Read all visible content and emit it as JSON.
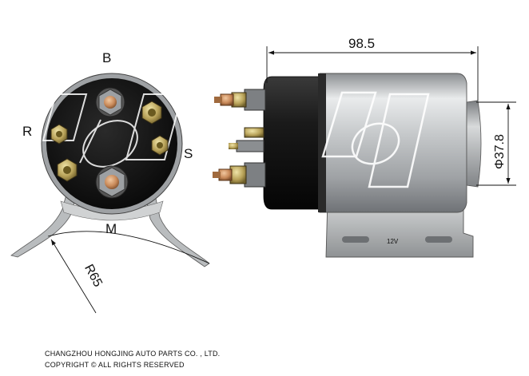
{
  "labels": {
    "terminal_b": "B",
    "terminal_r": "R",
    "terminal_s": "S",
    "terminal_m": "M",
    "radius": "R65",
    "length": "98.5",
    "diameter": "Φ37.8",
    "voltage": "12V"
  },
  "footer": {
    "company": "CHANGZHOU HONGJING AUTO PARTS CO. , LTD.",
    "copyright": "COPYRIGHT © ALL RIGHTS RESERVED"
  },
  "colors": {
    "cap_black": "#1a1a1a",
    "silver": "#c8cacc",
    "copper": "#c98a5a",
    "brass": "#b9a35a",
    "dimension_line": "#111111"
  }
}
